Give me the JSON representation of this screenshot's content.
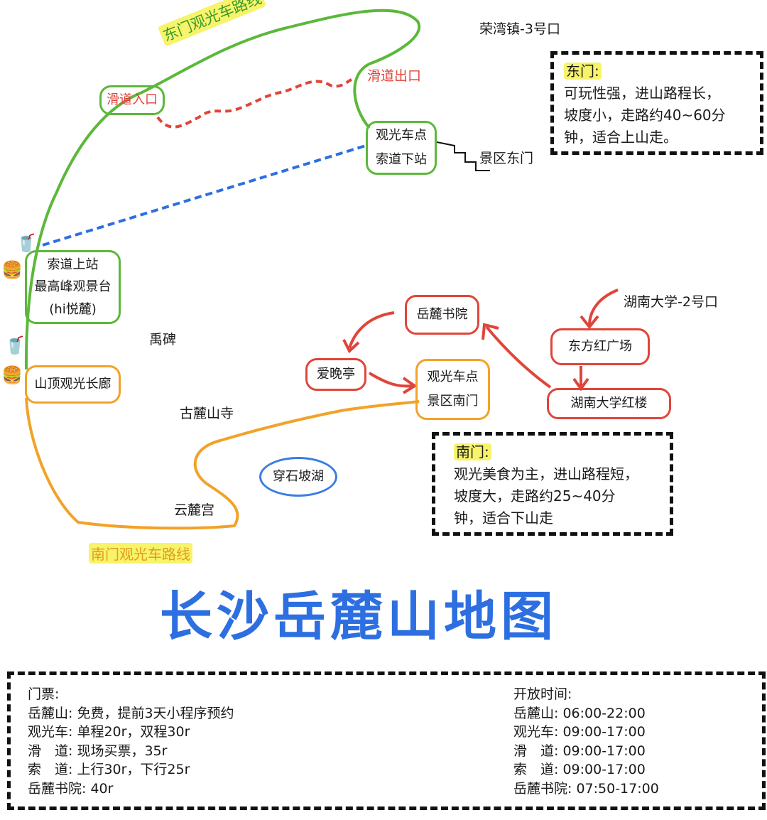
{
  "title": "长沙岳麓山地图",
  "routes": {
    "east_route_label": "东门观光车路线",
    "south_route_label": "南门观光车路线"
  },
  "places": {
    "rongwan": "荣湾镇-3号口",
    "slide_entry": "滑道入口",
    "slide_exit": "滑道出口",
    "east_station_1": "观光车点",
    "east_station_2": "索道下站",
    "east_gate": "景区东门",
    "cable_top_1": "索道上站",
    "cable_top_2": "最高峰观景台",
    "cable_top_3": "(hi悦麓)",
    "yubei": "禹碑",
    "summit_corridor": "山顶观光长廊",
    "gulu_temple": "古麓山寺",
    "yunlu_palace": "云麓宫",
    "chuanshi_lake": "穿石坡湖",
    "academy": "岳麓书院",
    "aiwan": "爱晚亭",
    "south_station_1": "观光车点",
    "south_station_2": "景区南门",
    "hnu_gate": "湖南大学-2号口",
    "dongfanghong": "东方红广场",
    "hnu_redbuilding": "湖南大学红楼"
  },
  "east_info": {
    "heading": "东门:",
    "lines": [
      "可玩性强，进山路程长，",
      "坡度小，走路约40~60分",
      "钟，适合上山走。"
    ]
  },
  "south_info": {
    "heading": "南门:",
    "lines": [
      "观光美食为主，进山路程短，",
      "坡度大，走路约25~40分",
      "钟，适合下山走"
    ]
  },
  "tickets": {
    "heading": "门票:",
    "lines": [
      "岳麓山: 免费，提前3天小程序预约",
      "观光车: 单程20r，双程30r",
      "滑　道: 现场买票，35r",
      "索　道: 上行30r，下行25r",
      "岳麓书院: 40r"
    ]
  },
  "hours": {
    "heading": "开放时间:",
    "lines": [
      "岳麓山: 06:00-22:00",
      "观光车: 09:00-17:00",
      "滑　道: 09:00-17:00",
      "索　道: 09:00-17:00",
      "岳麓书院: 07:50-17:00"
    ]
  },
  "icons": {
    "drink": "🥤",
    "burger": "🍔"
  },
  "colors": {
    "green": "#5cb83a",
    "orange": "#f2a229",
    "red": "#e0453a",
    "blue": "#2d6fe0",
    "highlight": "#f7f36a"
  }
}
